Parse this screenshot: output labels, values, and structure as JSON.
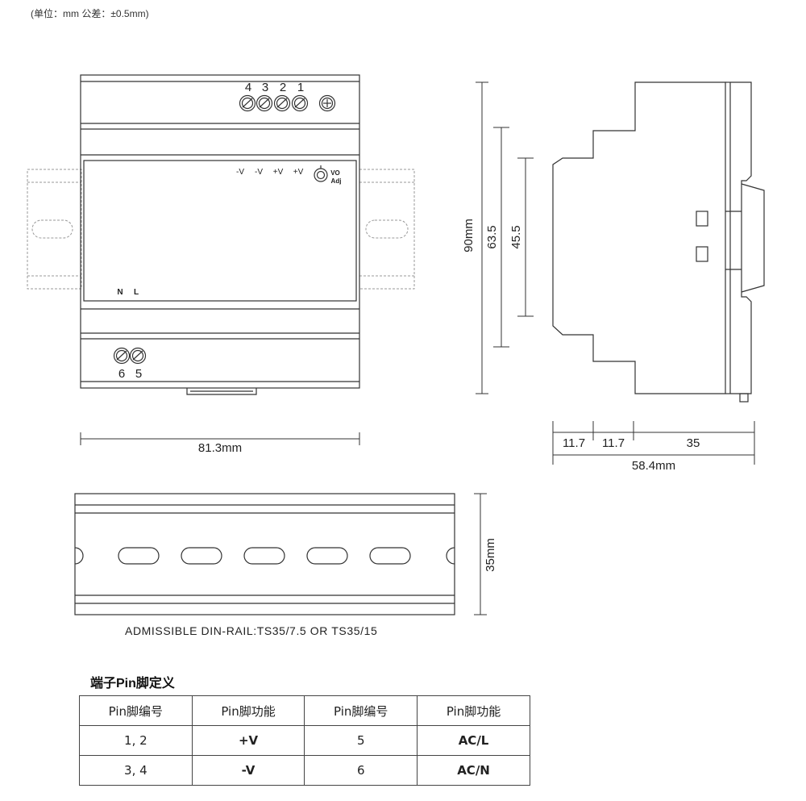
{
  "header": {
    "units_note": "(单位：mm   公差：±0.5mm)"
  },
  "front_view": {
    "top_terminals": [
      "4",
      "3",
      "2",
      "1"
    ],
    "panel_labels": [
      "-V",
      "-V",
      "+V",
      "+V"
    ],
    "vo_label": "VO",
    "adj_label": "Adj",
    "n_label": "N",
    "l_label": "L",
    "bottom_terminals": [
      "6",
      "5"
    ],
    "width_dim": "81.3mm"
  },
  "side_view": {
    "height_dim": "90mm",
    "dim_63": "63.5",
    "dim_45": "45.5",
    "dim_a": "11.7",
    "dim_b": "11.7",
    "dim_c": "35",
    "depth_dim": "58.4mm"
  },
  "rail_view": {
    "height_dim": "35mm",
    "caption": "ADMISSIBLE DIN-RAIL:TS35/7.5 OR TS35/15"
  },
  "pin_table": {
    "title": "端子Pin脚定义",
    "headers": [
      "Pin脚编号",
      "Pin脚功能",
      "Pin脚编号",
      "Pin脚功能"
    ],
    "rows": [
      [
        "1, 2",
        "+V",
        "5",
        "AC/L"
      ],
      [
        "3, 4",
        "-V",
        "6",
        "AC/N"
      ]
    ]
  }
}
